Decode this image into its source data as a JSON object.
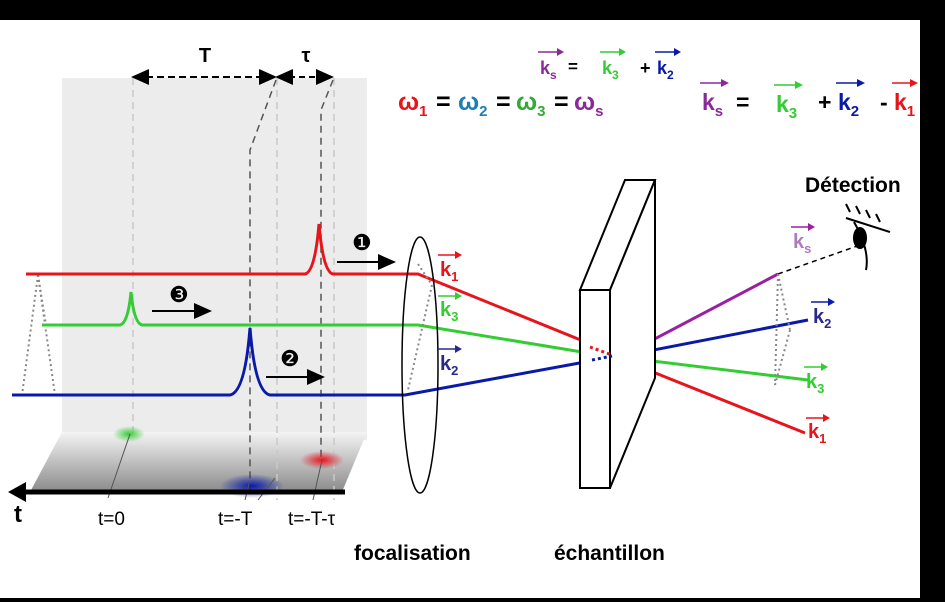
{
  "colors": {
    "red": "#e8141c",
    "green": "#33cc33",
    "blue": "#0a1aa8",
    "purple": "#9b1fa3",
    "teal": "#1a7fb5",
    "ks_label": "#8a2a9a",
    "k2_label": "#2a2a8a"
  },
  "timing": {
    "T": "T",
    "tau": "τ",
    "t0": "t=0",
    "tT": "t=-T",
    "tTtau": "t=-T-τ",
    "t_axis": "t"
  },
  "steps": {
    "one": "❶",
    "two": "❷",
    "three": "❸"
  },
  "omega": {
    "w1": "ω",
    "w1_sub": "1",
    "w2": "ω",
    "w2_sub": "2",
    "w3": "ω",
    "w3_sub": "3",
    "ws": "ω",
    "ws_sub": "s",
    "eq": "="
  },
  "wavevectors": {
    "k": "k",
    "s": "s",
    "one": "1",
    "two": "2",
    "three": "3",
    "eq": "=",
    "plus": "+",
    "minus": "-"
  },
  "labels": {
    "detection": "Détection",
    "focalisation": "focalisation",
    "echantillon": "échantillon"
  }
}
